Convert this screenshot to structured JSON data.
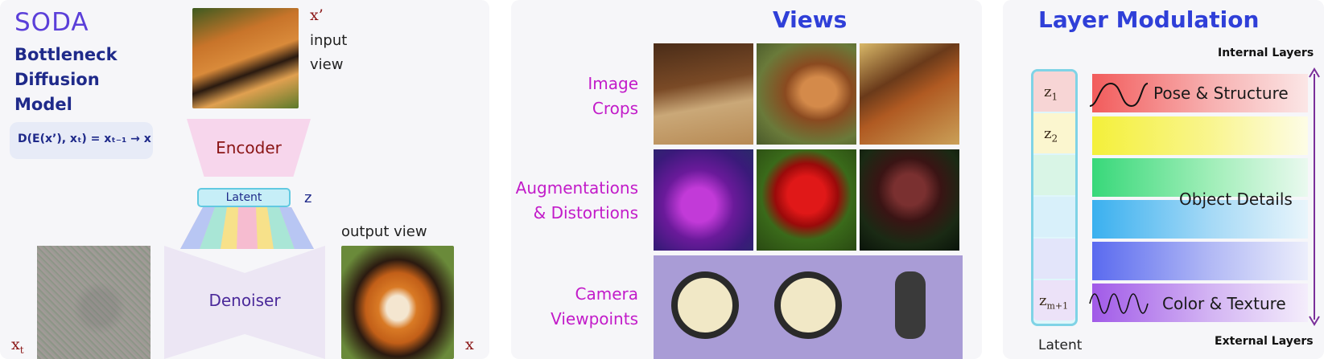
{
  "panel1": {
    "title": "SODA",
    "subtitle_lines": [
      "Bottleneck",
      "Diffusion",
      "Model"
    ],
    "equation": "D(E(x’), xₜ) = xₜ₋₁ → x",
    "input_label": "x’",
    "input_caption_lines": [
      "input",
      "view"
    ],
    "encoder": "Encoder",
    "latent": "Latent",
    "z_label": "z",
    "denoiser": "Denoiser",
    "output_caption": "output view",
    "xt_label": "x",
    "xt_sub": "t",
    "x_label": "x",
    "colors": {
      "title": "#5b3fd9",
      "navy": "#1f2a8a",
      "maroon": "#8a1515"
    }
  },
  "panel2": {
    "title": "Views",
    "rows": [
      {
        "label_lines": [
          "Image",
          "Crops"
        ]
      },
      {
        "label_lines": [
          "Augmentations",
          "& Distortions"
        ]
      },
      {
        "label_lines": [
          "Camera",
          "Viewpoints"
        ]
      }
    ],
    "colors": {
      "title": "#2f3fd8",
      "row_label": "#c21bc9"
    }
  },
  "panel3": {
    "title": "Layer Modulation",
    "top_axis": "Internal Layers",
    "bottom_axis": "External Layers",
    "latent_caption": "Latent",
    "z_base": "z",
    "z_subs": [
      "1",
      "2",
      "m+1"
    ],
    "band_labels": {
      "top": "Pose & Structure",
      "middle": "Object Details",
      "bottom": "Color & Texture"
    },
    "colors": {
      "arrow": "#7a2f9a",
      "title": "#2f3fd8"
    }
  }
}
